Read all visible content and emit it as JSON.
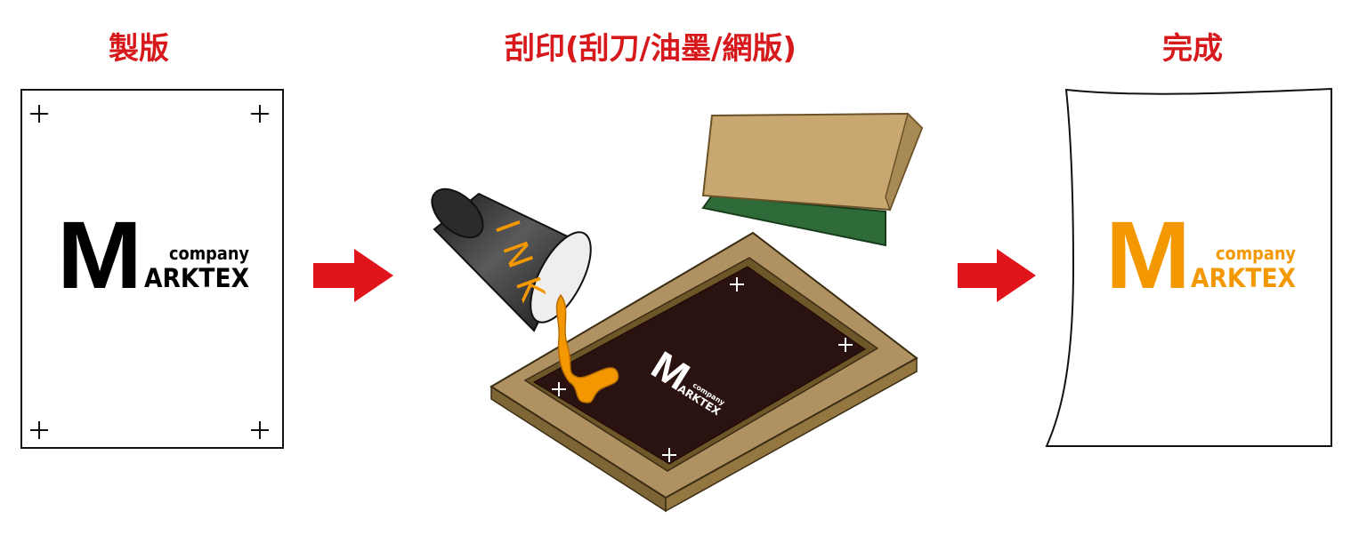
{
  "steps": [
    {
      "title": "製版"
    },
    {
      "title": "刮印(刮刀/油墨/網版)"
    },
    {
      "title": "完成"
    }
  ],
  "logo": {
    "initial": "M",
    "word_suffix": "ARKTEX",
    "company": "company"
  },
  "ink_can": {
    "label": "INK"
  },
  "colors": {
    "title": "#d7191c",
    "arrow": "#e2141b",
    "logo_dark": "#000000",
    "logo_print": "#f39800",
    "ink": "#f39800",
    "frame": "#b09262",
    "mesh": "#2a1210",
    "squeegee_handle": "#c8a870",
    "squeegee_blade": "#2f6b38"
  }
}
